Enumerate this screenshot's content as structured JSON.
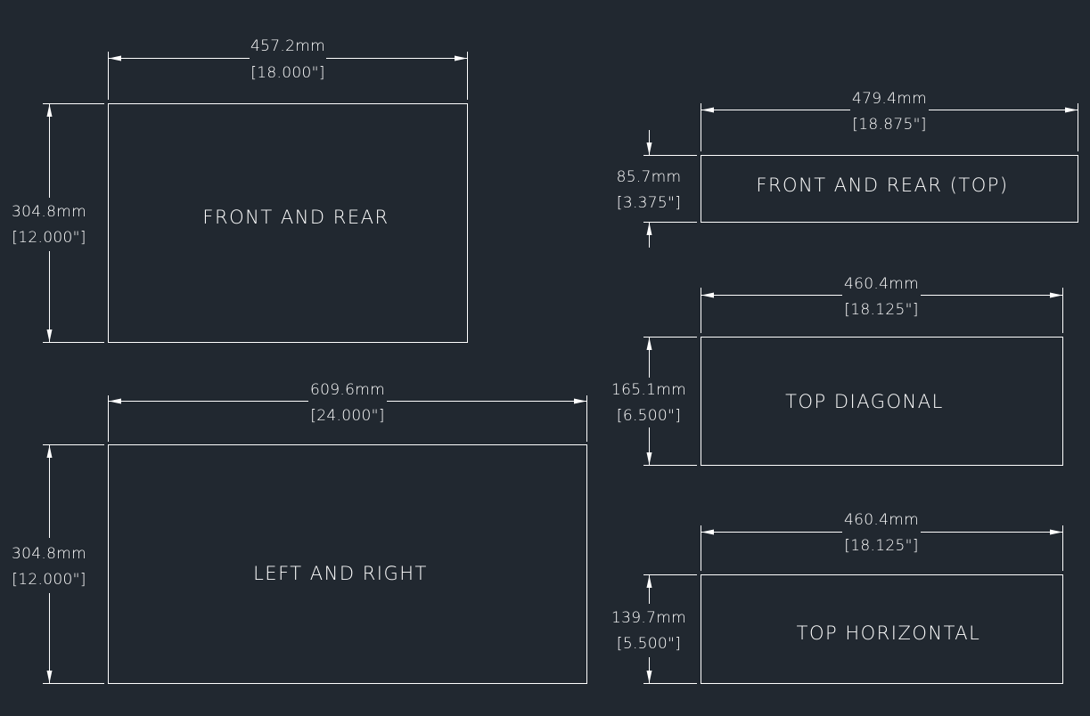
{
  "colors": {
    "background": "#212830",
    "lines": "#ffffff"
  },
  "panels": [
    {
      "id": "front-and-rear",
      "label": "FRONT AND REAR",
      "width_mm": "457.2mm",
      "width_in": "[18.000\"]",
      "height_mm": "304.8mm",
      "height_in": "[12.000\"]"
    },
    {
      "id": "left-and-right",
      "label": "LEFT AND RIGHT",
      "width_mm": "609.6mm",
      "width_in": "[24.000\"]",
      "height_mm": "304.8mm",
      "height_in": "[12.000\"]"
    },
    {
      "id": "front-and-rear-top",
      "label": "FRONT AND REAR (TOP)",
      "width_mm": "479.4mm",
      "width_in": "[18.875\"]",
      "height_mm": "85.7mm",
      "height_in": "[3.375\"]"
    },
    {
      "id": "top-diagonal",
      "label": "TOP DIAGONAL",
      "width_mm": "460.4mm",
      "width_in": "[18.125\"]",
      "height_mm": "165.1mm",
      "height_in": "[6.500\"]"
    },
    {
      "id": "top-horizontal",
      "label": "TOP HORIZONTAL",
      "width_mm": "460.4mm",
      "width_in": "[18.125\"]",
      "height_mm": "139.7mm",
      "height_in": "[5.500\"]"
    }
  ]
}
